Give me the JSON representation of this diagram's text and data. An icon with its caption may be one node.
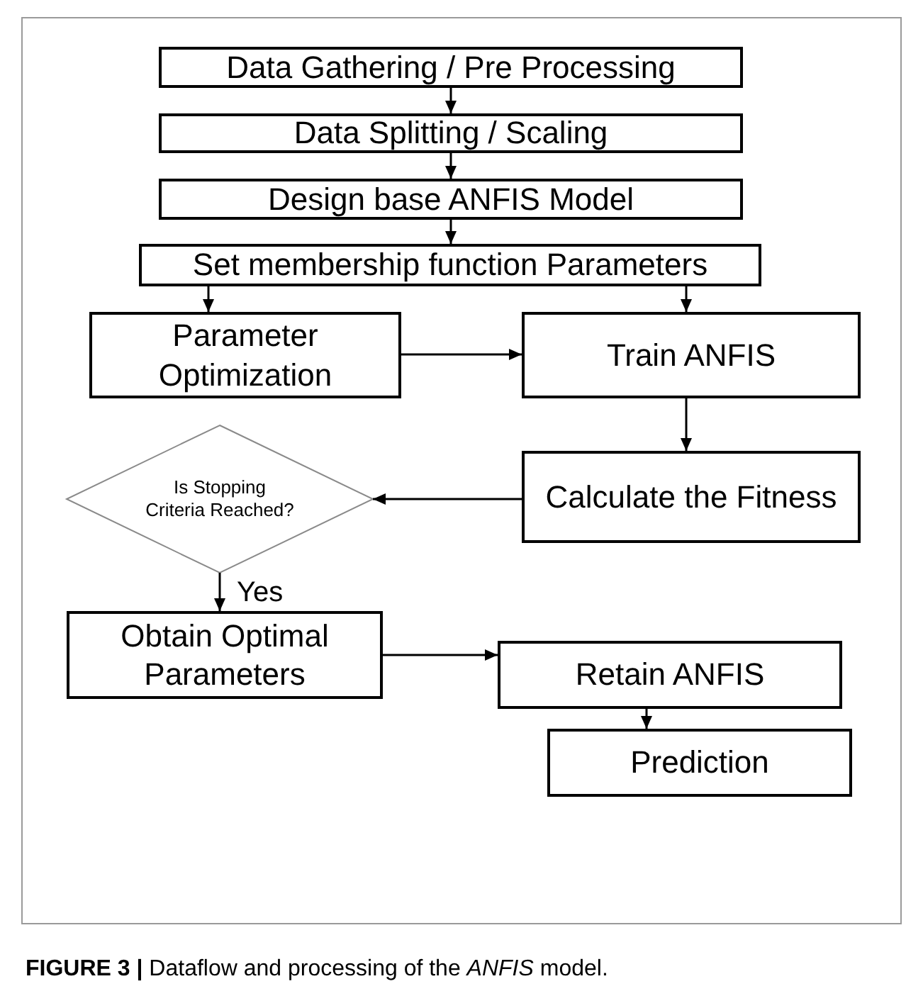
{
  "diagram": {
    "caption": "**FIGURE 3 |** Dataflow and processing of the *ANFIS* model.",
    "nodes": [
      {
        "text": [
          "Data Gathering / Pre Processing"
        ]
      },
      {
        "text": [
          "Data Splitting / Scaling"
        ]
      },
      {
        "text": [
          "Design base ANFIS Model"
        ]
      },
      {
        "text": [
          "Set membership function Parameters"
        ]
      },
      {
        "text": [
          "Parameter Optimization"
        ]
      },
      {
        "text": [
          "Train ANFIS"
        ]
      },
      {
        "text": [
          "Calculate the Fitness"
        ]
      },
      {
        "text": [
          "Is Stopping Criteria Reached?"
        ]
      },
      {
        "text": [
          "Obtain Optimal Parameters"
        ]
      },
      {
        "text": [
          "Retain ANFIS"
        ]
      },
      {
        "text": [
          "Prediction"
        ]
      }
    ],
    "edges": [
      {
        "from": 0,
        "to": 1,
        "arrow": "to"
      },
      {
        "from": 1,
        "to": 2,
        "arrow": "to"
      },
      {
        "from": 2,
        "to": 3,
        "arrow": "to"
      },
      {
        "from": 3,
        "to": 4,
        "arrow": "to"
      },
      {
        "from": 3,
        "to": 5,
        "arrow": "to"
      },
      {
        "from": 4,
        "to": 5,
        "arrow": "to"
      },
      {
        "from": 5,
        "to": 6,
        "arrow": "to"
      },
      {
        "from": 6,
        "to": 7,
        "arrow": "to"
      },
      {
        "from": 7,
        "to": 8,
        "arrow": "to",
        "label": "Yes"
      },
      {
        "from": 8,
        "to": 9,
        "arrow": "to"
      },
      {
        "from": 9,
        "to": 10,
        "arrow": "to"
      }
    ]
  }
}
